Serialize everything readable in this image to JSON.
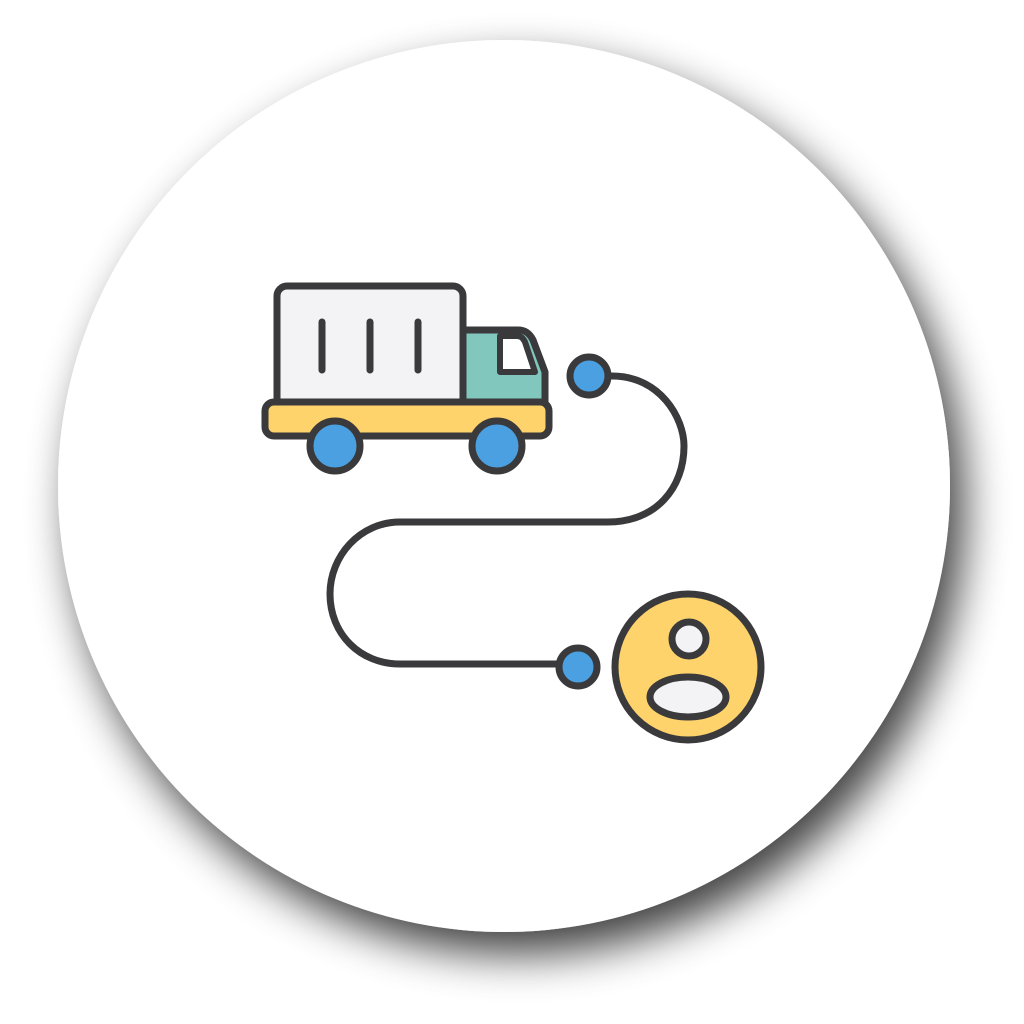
{
  "icon": {
    "name": "delivery-tracking-icon",
    "parts": [
      "truck-icon",
      "route-path",
      "route-start-dot",
      "route-end-dot",
      "customer-user-icon"
    ]
  },
  "colors": {
    "badge_fill": "#ffffff",
    "shadow": "#000000",
    "outline": "#3a3a3c",
    "cargo_box": "#f3f3f6",
    "cab": "#82c7bd",
    "chassis": "#ffd36b",
    "wheel": "#4aa0e0",
    "window": "#ffffff",
    "route_dot": "#4aa0e0",
    "user_circle": "#ffd36b",
    "user_figure": "#f3f3f6"
  }
}
